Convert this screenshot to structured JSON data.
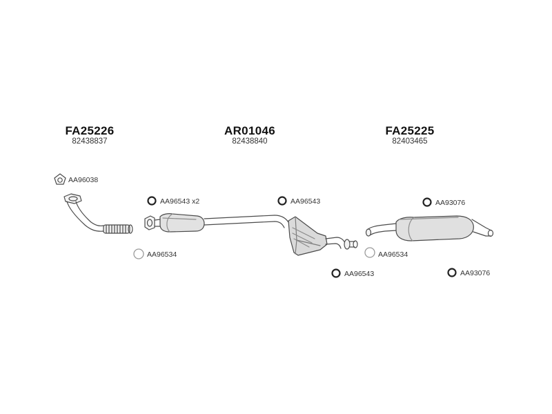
{
  "parts": [
    {
      "code": "FA25226",
      "oe_number": "82438837"
    },
    {
      "code": "AR01046",
      "oe_number": "82438840"
    },
    {
      "code": "FA25225",
      "oe_number": "82403465"
    }
  ],
  "fittings": {
    "front_gasket": "AA96038",
    "front_ring": "AA96534",
    "center_rubber_front": "AA96543 x2",
    "center_rubber_rear": "AA96543",
    "rear_ring": "AA96534",
    "rear_rubber_lower": "AA96543",
    "rear_mount_upper": "AA93076",
    "rear_mount_lower": "AA93076"
  }
}
